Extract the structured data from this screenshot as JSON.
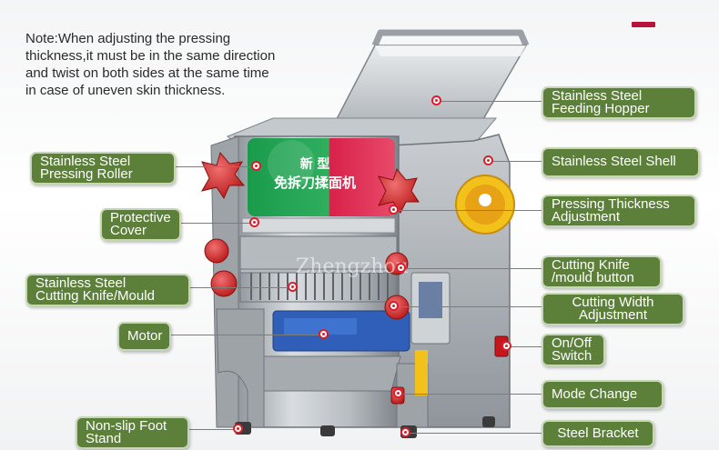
{
  "note": {
    "lines": [
      "Note:When adjusting the pressing",
      "thickness,it must be in the same direction",
      "and twist on both sides at the same time",
      "in case of uneven skin thickness."
    ]
  },
  "product_panel": {
    "line1": "新 型",
    "line2": "免拆刀揉面机"
  },
  "watermark": "Zhengzhou",
  "labels": {
    "hopper": [
      "Stainless Steel",
      "Feeding Hopper"
    ],
    "roller": [
      "Stainless Steel",
      "Pressing Roller"
    ],
    "shell": [
      "Stainless Steel Shell"
    ],
    "protective": [
      "Protective",
      "Cover"
    ],
    "thickness": [
      "Pressing Thickness",
      "Adjustment"
    ],
    "cutting_knife": [
      "Cutting Knife",
      "/mould button"
    ],
    "knife_mould": [
      "Stainless Steel",
      "Cutting Knife/Mould"
    ],
    "cutting_width": [
      "Cutting Width",
      "Adjustment"
    ],
    "motor": [
      "Motor"
    ],
    "switch": [
      "On/Off",
      "Switch"
    ],
    "mode": [
      "Mode Change"
    ],
    "foot": [
      "Non-slip Foot",
      "Stand"
    ],
    "bracket": [
      "Steel Bracket"
    ]
  },
  "colors": {
    "label_bg": "#5c7f3a",
    "knob_red": "#d42a2a",
    "accent": "#b8123a"
  }
}
